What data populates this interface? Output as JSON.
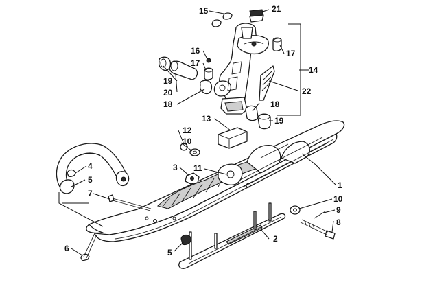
{
  "callouts": [
    {
      "id": "c1",
      "text": "1"
    },
    {
      "id": "c2",
      "text": "2"
    },
    {
      "id": "c3",
      "text": "3"
    },
    {
      "id": "c4",
      "text": "4"
    },
    {
      "id": "c5a",
      "text": "5"
    },
    {
      "id": "c5b",
      "text": "5"
    },
    {
      "id": "c6",
      "text": "6"
    },
    {
      "id": "c7",
      "text": "7"
    },
    {
      "id": "c8",
      "text": "8"
    },
    {
      "id": "c9",
      "text": "9"
    },
    {
      "id": "c10a",
      "text": "10"
    },
    {
      "id": "c10b",
      "text": "10"
    },
    {
      "id": "c11",
      "text": "11"
    },
    {
      "id": "c12",
      "text": "12"
    },
    {
      "id": "c13",
      "text": "13"
    },
    {
      "id": "c14",
      "text": "14"
    },
    {
      "id": "c15",
      "text": "15"
    },
    {
      "id": "c16",
      "text": "16"
    },
    {
      "id": "c17a",
      "text": "17"
    },
    {
      "id": "c17b",
      "text": "17"
    },
    {
      "id": "c18a",
      "text": "18"
    },
    {
      "id": "c18b",
      "text": "18"
    },
    {
      "id": "c19a",
      "text": "19"
    },
    {
      "id": "c19b",
      "text": "19"
    },
    {
      "id": "c20",
      "text": "20"
    },
    {
      "id": "c21",
      "text": "21"
    },
    {
      "id": "c22",
      "text": "22"
    }
  ]
}
